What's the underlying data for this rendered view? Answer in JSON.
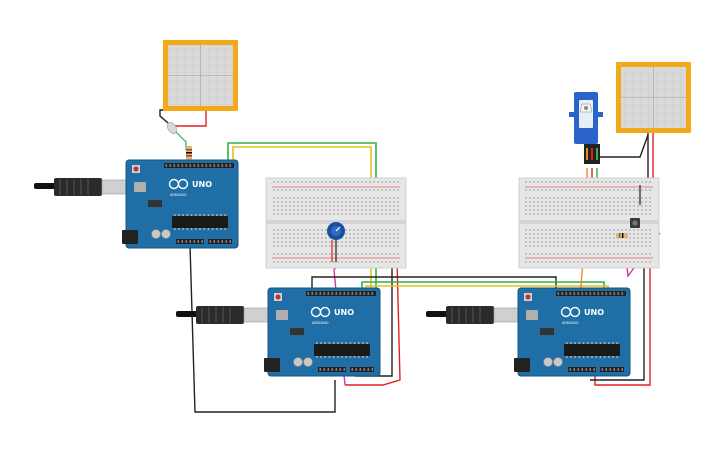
{
  "colors": {
    "background": "#ffffff",
    "board_blue": "#1f6fa6",
    "board_edge": "#165682",
    "breadboard": "#e6e6e6",
    "breadboard_hole": "#9a9a9a",
    "oscilloscope_frame": "#f2a91c",
    "oscilloscope_screen": "#d9d9d9",
    "wire_red": "#e02020",
    "wire_black": "#222222",
    "wire_green": "#2fb24a",
    "wire_yellow": "#e6c21a",
    "wire_orange": "#ef8a1e",
    "wire_magenta": "#c83aa8",
    "servo_blue": "#2a63c9",
    "potentiometer": "#1a4f9c"
  },
  "arduinos": [
    {
      "id": "arduino-1",
      "brand_label": "UNO",
      "maker_label": "ARDUINO"
    },
    {
      "id": "arduino-2",
      "brand_label": "UNO",
      "maker_label": "ARDUINO"
    },
    {
      "id": "arduino-3",
      "brand_label": "UNO",
      "maker_label": "ARDUINO"
    }
  ],
  "breadboards": [
    {
      "id": "breadboard-1"
    },
    {
      "id": "breadboard-2"
    }
  ],
  "oscilloscopes": [
    {
      "id": "oscilloscope-1"
    },
    {
      "id": "oscilloscope-2"
    }
  ],
  "components": {
    "servo": {
      "id": "servo-motor",
      "icon": "servo-icon"
    },
    "potentiometer": {
      "id": "potentiometer",
      "icon": "knob-icon"
    },
    "led": {
      "id": "led",
      "icon": "led-icon"
    },
    "resistors": [
      "resistor-1",
      "resistor-2"
    ],
    "pushbutton": {
      "id": "pushbutton"
    }
  }
}
